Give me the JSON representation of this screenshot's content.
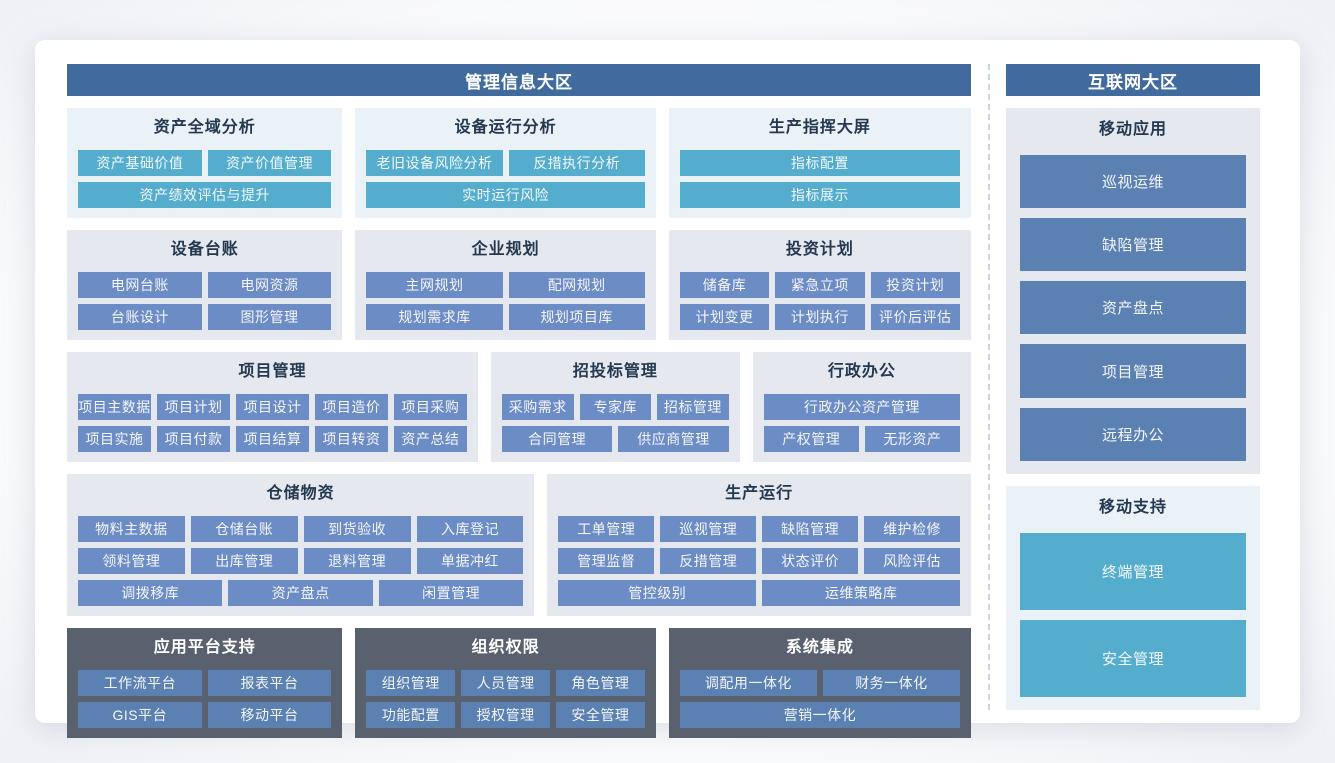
{
  "palette": {
    "zone_header": "#416B9E",
    "button_teal": "#55ADCE",
    "button_periwinkle": "#6C8CC6",
    "button_steel_blue": "#5B80B2",
    "dark_panel": "#59616E",
    "section_light_blue": "#EAF1F7",
    "section_gray": "#E5E8EF",
    "title_text": "#24384F"
  },
  "zones": {
    "management": {
      "title": "管理信息大区",
      "rows": [
        {
          "sections": [
            {
              "id": "asset-global-analysis",
              "title": "资产全域分析",
              "theme": "sec-light",
              "btn": "btn-teal",
              "grid": [
                [
                  "资产基础价值",
                  "资产价值管理"
                ],
                [
                  "资产绩效评估与提升"
                ]
              ]
            },
            {
              "id": "equipment-operation-analysis",
              "title": "设备运行分析",
              "theme": "sec-light",
              "btn": "btn-teal",
              "grid": [
                [
                  "老旧设备风险分析",
                  "反措执行分析"
                ],
                [
                  "实时运行风险"
                ]
              ]
            },
            {
              "id": "production-command-screen",
              "title": "生产指挥大屏",
              "theme": "sec-light",
              "btn": "btn-teal",
              "grid": [
                [
                  "指标配置"
                ],
                [
                  "指标展示"
                ]
              ]
            }
          ]
        },
        {
          "sections": [
            {
              "id": "equipment-ledger",
              "title": "设备台账",
              "theme": "sec-gray",
              "btn": "btn-blue",
              "grid": [
                [
                  "电网台账",
                  "电网资源"
                ],
                [
                  "台账设计",
                  "图形管理"
                ]
              ]
            },
            {
              "id": "enterprise-planning",
              "title": "企业规划",
              "theme": "sec-gray",
              "btn": "btn-blue",
              "grid": [
                [
                  "主网规划",
                  "配网规划"
                ],
                [
                  "规划需求库",
                  "规划项目库"
                ]
              ]
            },
            {
              "id": "investment-plan",
              "title": "投资计划",
              "theme": "sec-gray",
              "btn": "btn-blue",
              "grid": [
                [
                  "储备库",
                  "紧急立项",
                  "投资计划"
                ],
                [
                  "计划变更",
                  "计划执行",
                  "评价后评估"
                ]
              ]
            }
          ]
        },
        {
          "sections": [
            {
              "id": "project-management",
              "title": "项目管理",
              "theme": "sec-gray",
              "btn": "btn-blue",
              "grid": [
                [
                  "项目主数据",
                  "项目计划",
                  "项目设计",
                  "项目造价",
                  "项目采购"
                ],
                [
                  "项目实施",
                  "项目付款",
                  "项目结算",
                  "项目转资",
                  "资产总结"
                ]
              ]
            },
            {
              "id": "bidding-management",
              "title": "招投标管理",
              "theme": "sec-gray",
              "btn": "btn-blue",
              "grid": [
                [
                  "采购需求",
                  "专家库",
                  "招标管理"
                ],
                [
                  "合同管理",
                  "供应商管理"
                ]
              ]
            },
            {
              "id": "administrative-office",
              "title": "行政办公",
              "theme": "sec-gray",
              "btn": "btn-blue",
              "grid": [
                [
                  "行政办公资产管理"
                ],
                [
                  "产权管理",
                  "无形资产"
                ]
              ]
            }
          ]
        },
        {
          "sections": [
            {
              "id": "warehouse-materials",
              "title": "仓储物资",
              "theme": "sec-gray",
              "btn": "btn-blue",
              "grid": [
                [
                  "物料主数据",
                  "仓储台账",
                  "到货验收",
                  "入库登记"
                ],
                [
                  "领料管理",
                  "出库管理",
                  "退料管理",
                  "单据冲红"
                ],
                [
                  "调拨移库",
                  "资产盘点",
                  "闲置管理"
                ]
              ]
            },
            {
              "id": "production-operation",
              "title": "生产运行",
              "theme": "sec-gray",
              "btn": "btn-blue",
              "grid": [
                [
                  "工单管理",
                  "巡视管理",
                  "缺陷管理",
                  "维护检修"
                ],
                [
                  "管理监督",
                  "反措管理",
                  "状态评价",
                  "风险评估"
                ],
                [
                  "管控级别",
                  "运维策略库"
                ]
              ]
            }
          ]
        },
        {
          "sections": [
            {
              "id": "app-platform-support",
              "title": "应用平台支持",
              "theme": "sec-dark",
              "btn": "btn-steel",
              "grid": [
                [
                  "工作流平台",
                  "报表平台"
                ],
                [
                  "GIS平台",
                  "移动平台"
                ]
              ]
            },
            {
              "id": "organization-permission",
              "title": "组织权限",
              "theme": "sec-dark",
              "btn": "btn-steel",
              "grid": [
                [
                  "组织管理",
                  "人员管理",
                  "角色管理"
                ],
                [
                  "功能配置",
                  "授权管理",
                  "安全管理"
                ]
              ]
            },
            {
              "id": "system-integration",
              "title": "系统集成",
              "theme": "sec-dark",
              "btn": "btn-steel",
              "grid": [
                [
                  "调配用一体化",
                  "财务一体化"
                ],
                [
                  "营销一体化"
                ]
              ]
            }
          ]
        }
      ]
    },
    "internet": {
      "title": "互联网大区",
      "sections": [
        {
          "id": "mobile-application",
          "title": "移动应用",
          "theme": "sec-gray",
          "btn": "btn-steel",
          "grid": [
            [
              "巡视运维"
            ],
            [
              "缺陷管理"
            ],
            [
              "资产盘点"
            ],
            [
              "项目管理"
            ],
            [
              "远程办公"
            ]
          ]
        },
        {
          "id": "mobile-support",
          "title": "移动支持",
          "theme": "sec-light",
          "btn": "btn-teal",
          "grid": [
            [
              "终端管理"
            ],
            [
              "安全管理"
            ]
          ]
        }
      ]
    }
  }
}
